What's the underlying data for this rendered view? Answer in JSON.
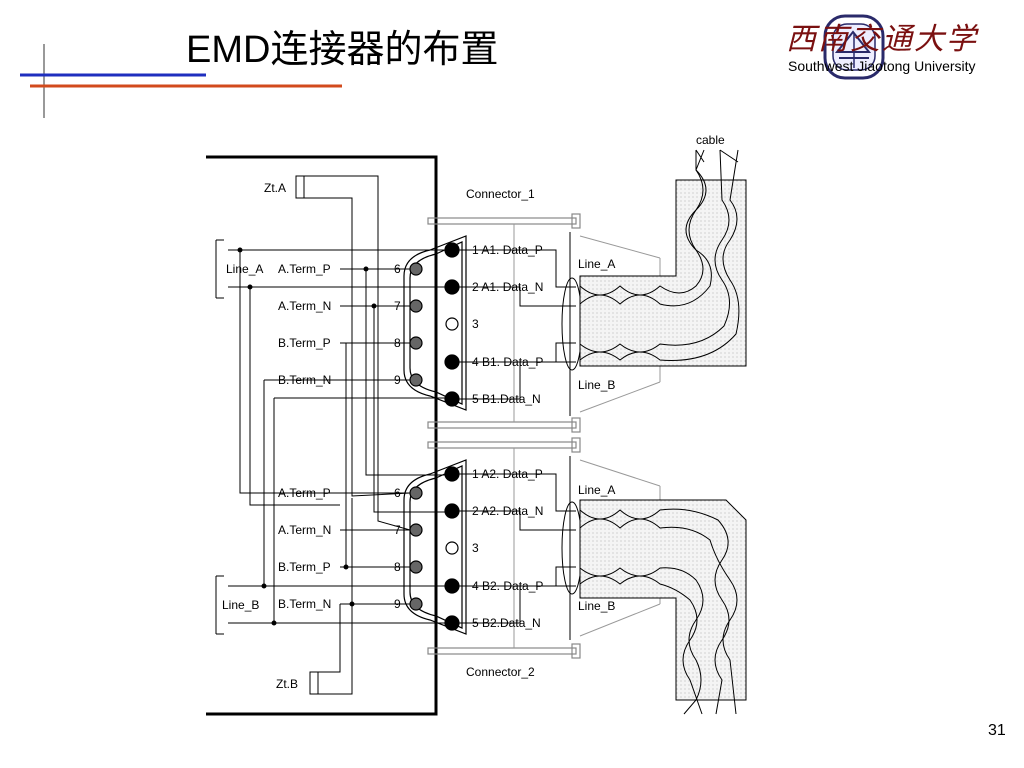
{
  "slide": {
    "title": "EMD连接器的布置",
    "university_cn": "西南交通大学",
    "university_en": "Southwest Jiaotong University",
    "page_number": "31"
  },
  "colors": {
    "accent_blue": "#1f2fbf",
    "accent_red": "#d24a1c",
    "logo_red": "#7a1010",
    "wire": "#000000",
    "shield": "#9a9a9a"
  },
  "diagram": {
    "cable_label": "cable",
    "connector1": "Connector_1",
    "connector2": "Connector_2",
    "zt_a": "Zt.A",
    "zt_b": "Zt.B",
    "line_a_left": "Line_A",
    "line_b_left": "Line_B",
    "terms": [
      "A.Term_P",
      "A.Term_N",
      "B.Term_P",
      "B.Term_N"
    ],
    "term_pins": [
      "6",
      "7",
      "8",
      "9"
    ],
    "pins1": [
      "1  A1. Data_P",
      "2  A1. Data_N",
      "3",
      "4  B1. Data_P",
      "5  B1.Data_N"
    ],
    "pins2": [
      "1  A2. Data_P",
      "2  A2. Data_N",
      "3",
      "4  B2. Data_P",
      "5  B2.Data_N"
    ],
    "line_a_right": "Line_A",
    "line_b_right": "Line_B"
  }
}
